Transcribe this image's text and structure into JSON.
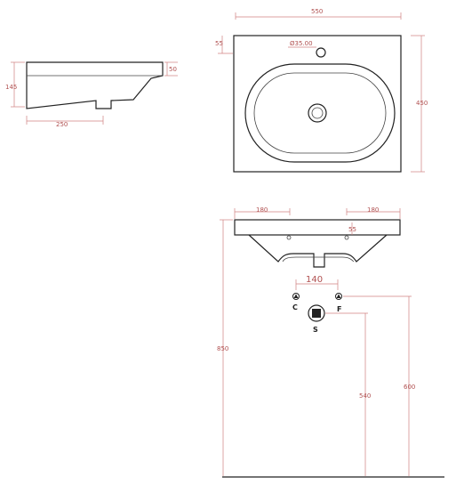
{
  "side_view": {
    "height": "145",
    "top_thickness": "50",
    "depth": "250"
  },
  "top_view": {
    "width": "550",
    "offset": "55",
    "hole": "Ø35.00",
    "depth": "450"
  },
  "front_view": {
    "left_offset": "180",
    "right_offset": "180",
    "hole_offset": "55",
    "pipe_spacing": "140",
    "total_height": "850",
    "drain_height": "540",
    "pipe_height": "600",
    "labels": {
      "cold": "C",
      "hot": "F",
      "drain": "S"
    }
  },
  "colors": {
    "outline": "#222222",
    "dimension": "#d08080",
    "dimension_text": "#b05050"
  }
}
